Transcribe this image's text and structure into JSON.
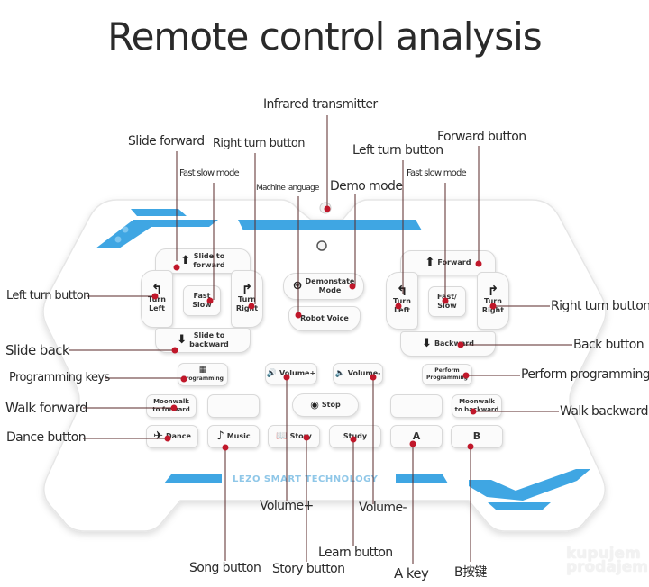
{
  "title": "Remote control analysis",
  "colors": {
    "accent_blue": "#3fa6e3",
    "callout_dot": "#c0172a",
    "leader_line": "#5a2a2a",
    "body_white": "#ffffff"
  },
  "callouts": {
    "infrared_transmitter": "Infrared transmitter",
    "slide_forward": "Slide forward",
    "right_turn_top": "Right turn button",
    "fast_slow_left": "Fast slow mode",
    "machine_language": "Machine language",
    "demo_mode": "Demo mode",
    "left_turn_top": "Left turn button",
    "fast_slow_right": "Fast slow mode",
    "forward_button": "Forward button",
    "left_turn_side": "Left turn button",
    "slide_back": "Slide back",
    "programming_keys": "Programming keys",
    "walk_forward": "Walk forward",
    "dance_button": "Dance button",
    "right_turn_side": "Right turn button",
    "back_button": "Back button",
    "perform_programming": "Perform programming",
    "walk_backward": "Walk backward",
    "volume_plus": "Volume+",
    "volume_minus": "Volume-",
    "learn_button": "Learn button",
    "song_button": "Song button",
    "story_button": "Story button",
    "a_key": "A key",
    "b_key": "B按键"
  },
  "remote": {
    "brand": "LEZO SMART TECHNOLOGY",
    "buttons": {
      "slide_to_forward": {
        "line1": "Slide to",
        "line2": "forward",
        "icon": "arrow-up-icon"
      },
      "turn_left_l": {
        "line1": "Turn",
        "line2": "Left",
        "icon": "turn-left-icon"
      },
      "fast_slow_l": {
        "line1": "Fast",
        "line2": "Slow"
      },
      "turn_right_l": {
        "line1": "Turn",
        "line2": "Right",
        "icon": "turn-right-icon"
      },
      "slide_to_backward": {
        "line1": "Slide to",
        "line2": "backward",
        "icon": "arrow-down-icon"
      },
      "demonstrate_mode": {
        "line1": "Demonstate",
        "line2": "Mode",
        "icon": "robot-gear-icon"
      },
      "robot_voice": {
        "label": "Robot Voice"
      },
      "forward": {
        "label": "Forward",
        "icon": "arrow-up-icon"
      },
      "turn_left_r": {
        "line1": "Turn",
        "line2": "Left",
        "icon": "turn-left-icon"
      },
      "fast_slow_r": {
        "line1": "Fast/",
        "line2": "Slow"
      },
      "turn_right_r": {
        "line1": "Turn",
        "line2": "Right",
        "icon": "turn-right-icon"
      },
      "backward": {
        "label": "Backward",
        "icon": "arrow-down-icon"
      },
      "programming": {
        "label": "Programming",
        "icon": "grid-icon"
      },
      "volume_plus": {
        "label": "Volume+",
        "icon": "speaker-loud-icon"
      },
      "volume_minus": {
        "label": "Volume-",
        "icon": "speaker-quiet-icon"
      },
      "perform_programming": {
        "line1": "Perform",
        "line2": "Programming"
      },
      "moonwalk_forward": {
        "line1": "Moonwalk",
        "line2": "to forward"
      },
      "blank_left": {
        "label": ""
      },
      "stop": {
        "label": "Stop",
        "icon": "stop-icon"
      },
      "blank_right": {
        "label": ""
      },
      "moonwalk_backward": {
        "line1": "Moonwalk",
        "line2": "to backward"
      },
      "dance": {
        "label": "Dance",
        "icon": "dancer-icon"
      },
      "music": {
        "label": "Music",
        "icon": "music-note-icon"
      },
      "story": {
        "label": "Story",
        "icon": "book-icon"
      },
      "study": {
        "label": "Study"
      },
      "a": {
        "label": "A"
      },
      "b": {
        "label": "B"
      }
    }
  },
  "watermark": {
    "line1": "kupujem",
    "line2": "prodajem"
  }
}
